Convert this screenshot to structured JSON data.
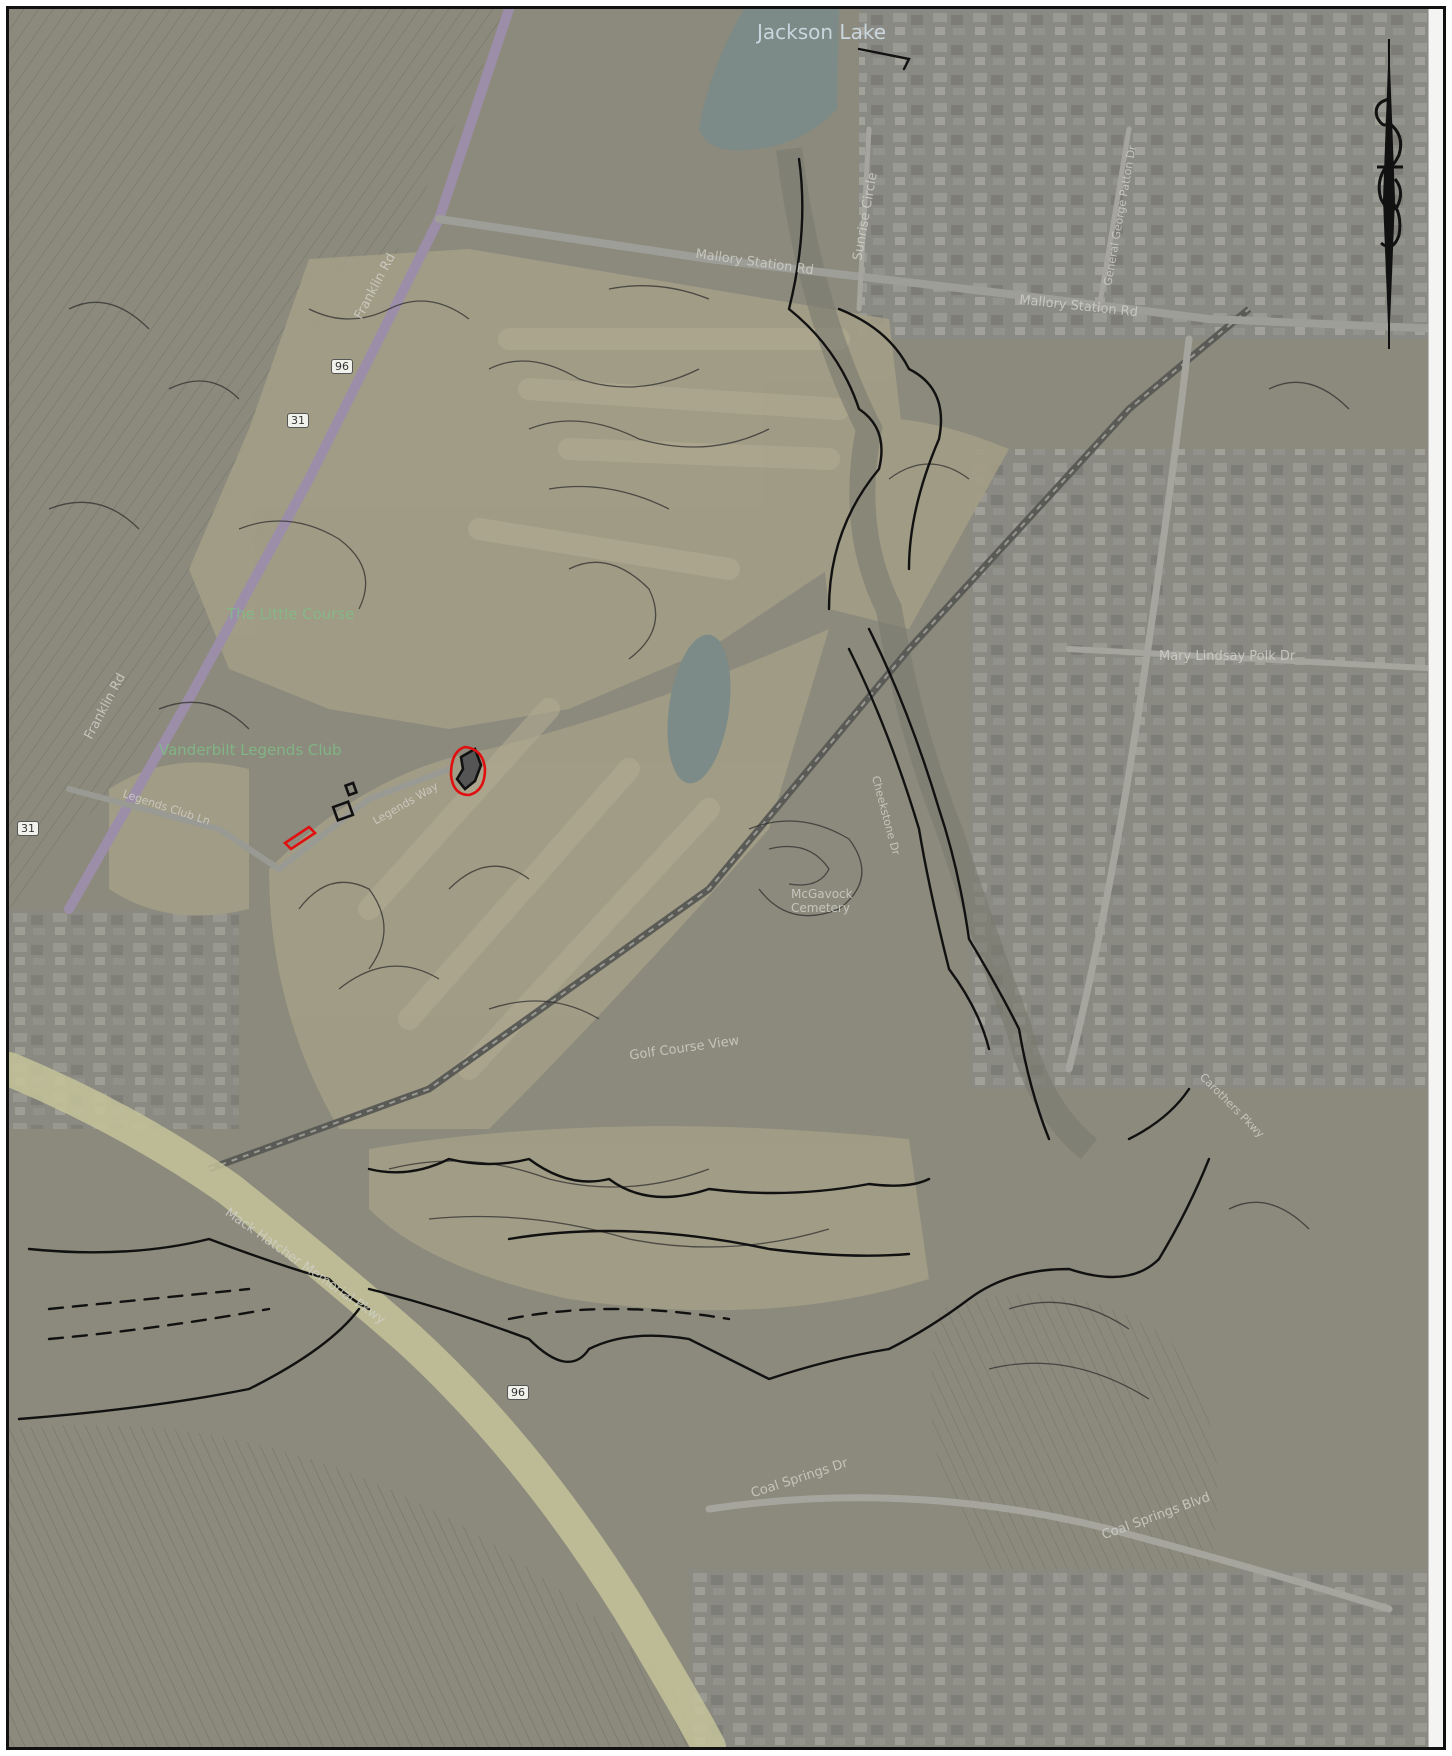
{
  "map": {
    "labels": {
      "lake": "Jackson Lake",
      "park_1": "The Little Course",
      "park_2": "Vanderbilt Legends Club",
      "cemetery": "McGavock Cemetery"
    },
    "roads": [
      "Franklin Rd",
      "Franklin Rd",
      "Mallory Station Rd",
      "Mallory Station Rd",
      "Sunrise Circle",
      "General George Patton Dr",
      "Mary Lindsay Polk Dr",
      "Legends Club Ln",
      "Legends Way",
      "Cheekstone Dr",
      "Golf Course View",
      "Carothers Pkwy",
      "Mack Hatcher Memorial Pkwy",
      "Coal Springs Dr",
      "Coal Springs Blvd"
    ],
    "shields": [
      "31",
      "31",
      "96",
      "96"
    ],
    "colors": {
      "base": "#8b8a7c",
      "fairway": "#a39d86",
      "water": "#7c8b87",
      "highway": "#c4c39a",
      "contour": "#2e2e2e",
      "feature_black": "#111111",
      "feature_red": "#e01010"
    },
    "icons": [
      "north-arrow-icon"
    ]
  }
}
